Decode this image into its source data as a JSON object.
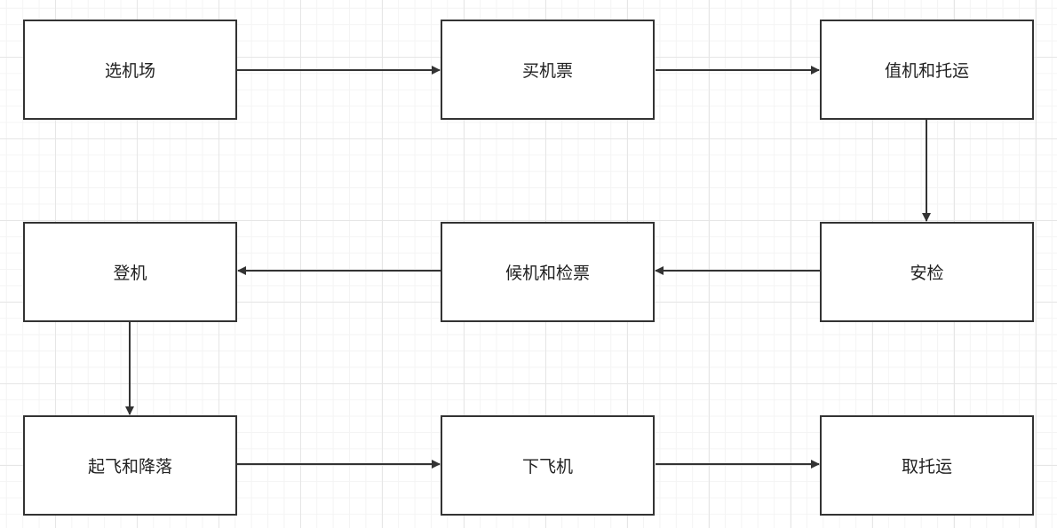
{
  "diagram": {
    "nodes": [
      {
        "id": "choose-airport",
        "label": "选机场"
      },
      {
        "id": "buy-ticket",
        "label": "买机票"
      },
      {
        "id": "check-in",
        "label": "值机和托运"
      },
      {
        "id": "security",
        "label": "安检"
      },
      {
        "id": "wait-ticket-check",
        "label": "候机和检票"
      },
      {
        "id": "boarding",
        "label": "登机"
      },
      {
        "id": "takeoff-landing",
        "label": "起飞和降落"
      },
      {
        "id": "deplane",
        "label": "下飞机"
      },
      {
        "id": "baggage-claim",
        "label": "取托运"
      }
    ],
    "edges": [
      {
        "from": "choose-airport",
        "to": "buy-ticket"
      },
      {
        "from": "buy-ticket",
        "to": "check-in"
      },
      {
        "from": "check-in",
        "to": "security"
      },
      {
        "from": "security",
        "to": "wait-ticket-check"
      },
      {
        "from": "wait-ticket-check",
        "to": "boarding"
      },
      {
        "from": "boarding",
        "to": "takeoff-landing"
      },
      {
        "from": "takeoff-landing",
        "to": "deplane"
      },
      {
        "from": "deplane",
        "to": "baggage-claim"
      }
    ],
    "colors": {
      "stroke": "#333333",
      "grid": "#e6e6e6",
      "background": "#ffffff"
    }
  }
}
